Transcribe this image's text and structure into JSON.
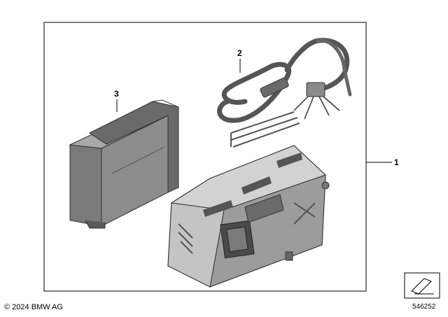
{
  "callouts": {
    "item_1": "1",
    "item_2": "2",
    "item_3": "3"
  },
  "footer": {
    "copyright": "© 2024 BMW AG",
    "diagram_id": "546252"
  },
  "icons": {
    "corner_icon": "folded-page-arrow-icon"
  },
  "colors": {
    "frame": "#000000",
    "part_dark": "#6e6e6e",
    "part_mid": "#9a9a9a",
    "part_light": "#c8c8c8",
    "part_shadow": "#4a4a4a"
  }
}
